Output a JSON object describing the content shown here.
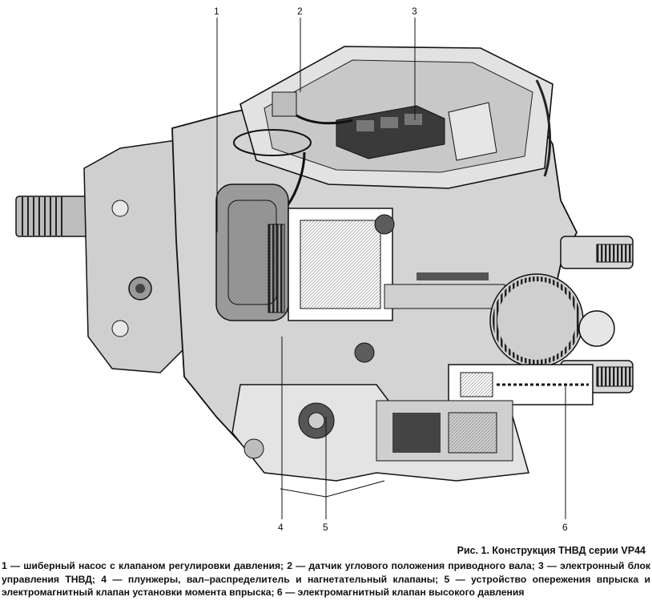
{
  "figure": {
    "callouts": [
      {
        "id": "1",
        "label": "1"
      },
      {
        "id": "2",
        "label": "2"
      },
      {
        "id": "3",
        "label": "3"
      },
      {
        "id": "4",
        "label": "4"
      },
      {
        "id": "5",
        "label": "5"
      },
      {
        "id": "6",
        "label": "6"
      }
    ],
    "colors": {
      "body": "#d4d4d4",
      "body_dark": "#9a9a9a",
      "shadow": "#5c5c5c",
      "cut": "#ffffff",
      "ink": "#111111"
    }
  },
  "caption": {
    "title": "Рис. 1. Конструкция ТНВД серии VP44",
    "text": "1 — шиберный насос с клапаном регулировки давления; 2 — датчик углового положения приводного вала; 3 — электронный блок управления ТНВД; 4 — плунжеры, вал–распределитель и нагнетательный клапаны; 5 — устройство опережения впрыска и электромагнитный клапан установки момента впрыска; 6 — электромагнитный клапан высокого давления"
  }
}
